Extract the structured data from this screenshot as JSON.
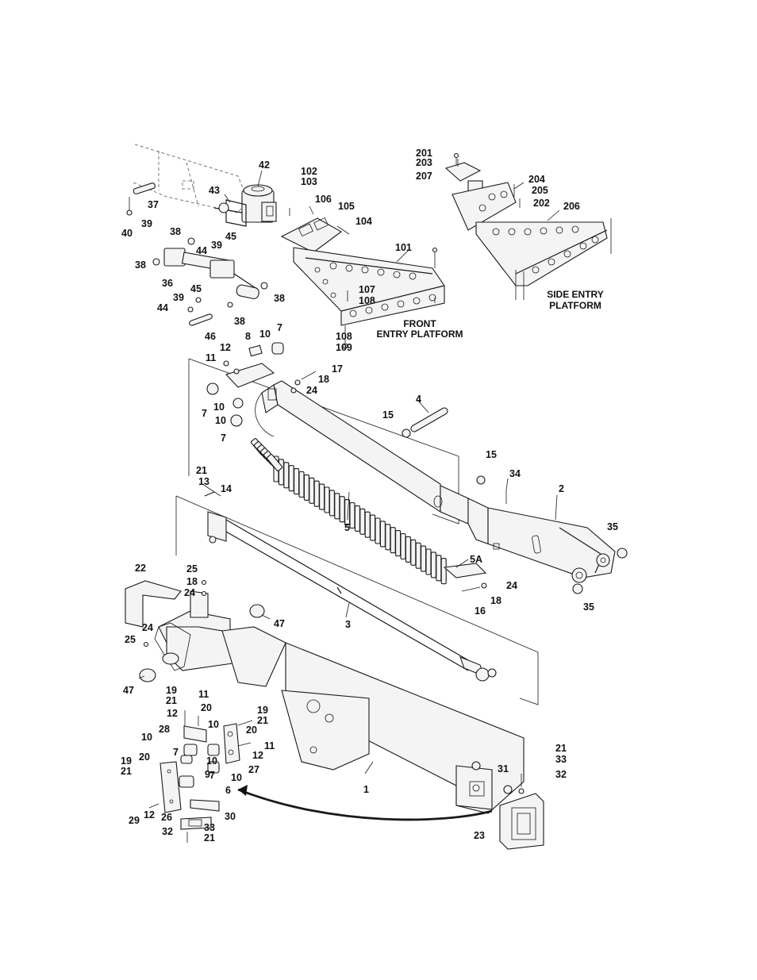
{
  "platform_labels": {
    "front": [
      "FRONT",
      "ENTRY PLATFORM"
    ],
    "side": [
      "SIDE ENTRY",
      "PLATFORM"
    ]
  },
  "callouts": [
    "42",
    "102",
    "103",
    "106",
    "105",
    "104",
    "201",
    "203",
    "207",
    "204",
    "205",
    "202",
    "206",
    "37",
    "39",
    "40",
    "43",
    "45",
    "39",
    "44",
    "38",
    "38",
    "36",
    "45",
    "39",
    "44",
    "38",
    "38",
    "46",
    "101",
    "107",
    "108",
    "108",
    "109",
    "12",
    "8",
    "10",
    "7",
    "11",
    "17",
    "18",
    "24",
    "7",
    "10",
    "10",
    "7",
    "4",
    "15",
    "15",
    "34",
    "2",
    "35",
    "35",
    "21",
    "13",
    "14",
    "5",
    "5A",
    "24",
    "18",
    "16",
    "22",
    "25",
    "18",
    "24",
    "47",
    "24",
    "25",
    "3",
    "47",
    "19",
    "21",
    "11",
    "20",
    "12",
    "28",
    "10",
    "10",
    "19",
    "21",
    "20",
    "7",
    "11",
    "12",
    "10",
    "7",
    "27",
    "10",
    "19",
    "21",
    "20",
    "9",
    "6",
    "30",
    "29",
    "12",
    "26",
    "32",
    "33",
    "21",
    "1",
    "21",
    "33",
    "31",
    "32",
    "23"
  ]
}
